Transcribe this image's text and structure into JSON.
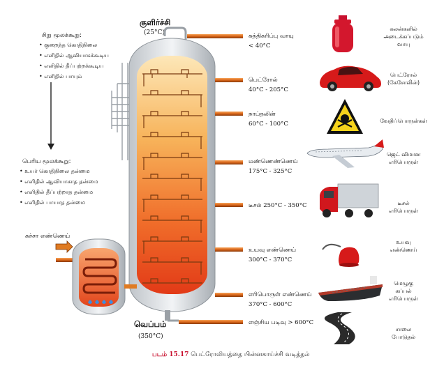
{
  "top": {
    "label": "குளிர்ச்சி",
    "temp": "(25°C)"
  },
  "bottom": {
    "label": "வெப்பம்",
    "temp": "(350°C)"
  },
  "small_molecules": {
    "title": "சிறு மூலக்கூறு:",
    "items": [
      "குறைந்த கொதிநிலை",
      "எளிதில் ஆவியாகக்கூடிய",
      "எளிதில் தீப்பற்றக்கூடிய",
      "எளிதில் பாயும்"
    ]
  },
  "large_molecules": {
    "title": "பெரிய மூலக்கூறு:",
    "items": [
      "உயர் கொதிநிலை தன்மை",
      "எளிதில் ஆவியாகாத தன்மை",
      "எளிதில் தீப்பற்றாத தன்மை",
      "எளிதில் பாயாத தன்மை"
    ]
  },
  "crude_oil_label": "கச்சா எண்ணெய்",
  "fractions": [
    {
      "name": "சுத்திகரிப்பு வாயு",
      "range": "< 40°C"
    },
    {
      "name": "பெட்ரோல்",
      "range": "40°C - 205°C"
    },
    {
      "name": "நாப்தலின்",
      "range": "60°C - 100°C"
    },
    {
      "name": "மண்ணெண்ணெய்",
      "range": "175°C - 325°C"
    },
    {
      "name": "டீசல்",
      "range": "250°C - 350°C"
    },
    {
      "name": "உயவு எண்ணெய்",
      "range": "300°C - 370°C"
    },
    {
      "name": "எரிபொருள் எண்ணெய்",
      "range": "370°C - 600°C"
    },
    {
      "name": "எஞ்சிய படிவு",
      "range": "> 600°C"
    }
  ],
  "products": [
    {
      "icon": "gas-cylinder-icon",
      "label": [
        "கலன்களில்",
        "அடைக்கப்படும்",
        "வாயு"
      ]
    },
    {
      "icon": "sports-car-icon",
      "label": [
        "பெட்ரோல்",
        "(கேசோலின்)"
      ]
    },
    {
      "icon": "hazard-sign-icon",
      "label": [
        "வேதிப்பொருள்கள்"
      ]
    },
    {
      "icon": "jet-plane-icon",
      "label": [
        "ஜெட் விமான",
        "எரிபொருள்"
      ]
    },
    {
      "icon": "truck-icon",
      "label": [
        "டீசல்",
        "எரிபொருள்"
      ]
    },
    {
      "icon": "oil-can-icon",
      "label": [
        "உயவு",
        "எண்ணெய்"
      ]
    },
    {
      "icon": "ship-icon",
      "label": [
        "மெழுகு",
        "கப்பல்",
        "எரிபொருள்"
      ]
    },
    {
      "icon": "road-icon",
      "label": [
        "சாலை",
        "போடுதல்"
      ]
    }
  ],
  "caption": {
    "number": "படம் 15.17",
    "text": "பெட்ரோலியத்தை பின்னகாய்ச்சி வடித்தல்"
  },
  "colors": {
    "column_top": "#fde6b3",
    "column_bottom": "#e8401c",
    "pipe": "#e07b22",
    "pipe_dark": "#7a3608"
  }
}
